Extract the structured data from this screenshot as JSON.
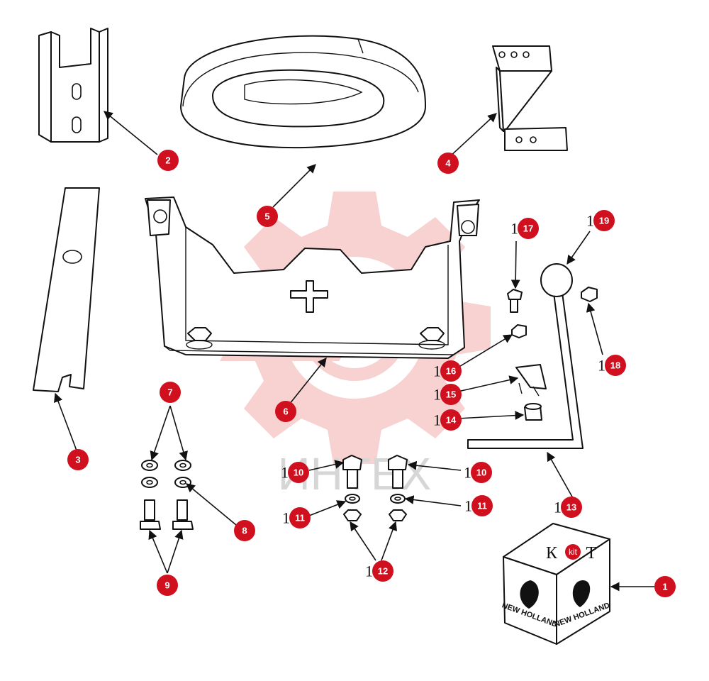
{
  "watermark": {
    "text": "ИНТЕХ",
    "color": "#f7c9c9"
  },
  "accent_color": "#d0101e",
  "kit": {
    "left_letter": "К",
    "right_letter": "Т",
    "badge": "kit",
    "brand": "NEW HOLLAND"
  },
  "callouts": [
    {
      "id": "c1",
      "label": "1",
      "prefix": ""
    },
    {
      "id": "c2",
      "label": "2",
      "prefix": ""
    },
    {
      "id": "c3",
      "label": "3",
      "prefix": ""
    },
    {
      "id": "c4",
      "label": "4",
      "prefix": ""
    },
    {
      "id": "c5",
      "label": "5",
      "prefix": ""
    },
    {
      "id": "c6",
      "label": "6",
      "prefix": ""
    },
    {
      "id": "c7",
      "label": "7",
      "prefix": ""
    },
    {
      "id": "c8",
      "label": "8",
      "prefix": ""
    },
    {
      "id": "c9",
      "label": "9",
      "prefix": ""
    },
    {
      "id": "c10a",
      "label": "10",
      "prefix": "1"
    },
    {
      "id": "c10b",
      "label": "10",
      "prefix": "1"
    },
    {
      "id": "c11a",
      "label": "11",
      "prefix": "1"
    },
    {
      "id": "c11b",
      "label": "11",
      "prefix": "1"
    },
    {
      "id": "c12",
      "label": "12",
      "prefix": "1"
    },
    {
      "id": "c13",
      "label": "13",
      "prefix": "1"
    },
    {
      "id": "c14",
      "label": "14",
      "prefix": "1"
    },
    {
      "id": "c15",
      "label": "15",
      "prefix": "1"
    },
    {
      "id": "c16",
      "label": "16",
      "prefix": "1"
    },
    {
      "id": "c17",
      "label": "17",
      "prefix": "1"
    },
    {
      "id": "c18",
      "label": "18",
      "prefix": "1"
    },
    {
      "id": "c19",
      "label": "19",
      "prefix": "1"
    }
  ]
}
